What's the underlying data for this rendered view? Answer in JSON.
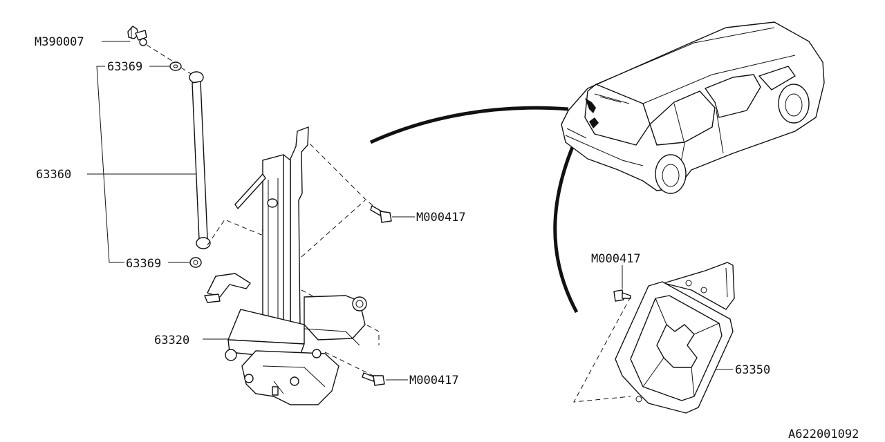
{
  "labels": {
    "p_m390007": "M390007",
    "p_63369_top": "63369",
    "p_63360": "63360",
    "p_63369_bottom": "63369",
    "p_m000417_upper": "M000417",
    "p_63320": "63320",
    "p_m000417_lower": "M000417",
    "p_m000417_right": "M000417",
    "p_63350": "63350",
    "diagram_code": "A622001092"
  }
}
